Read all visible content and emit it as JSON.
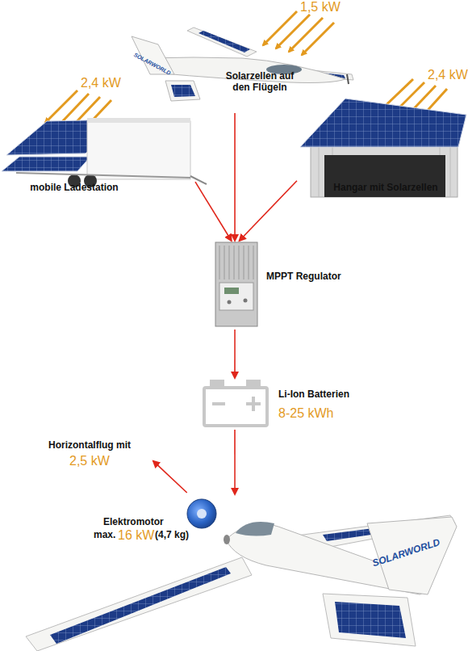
{
  "diagram": {
    "nodes": [
      {
        "text": [
          "1,5 kW",
          "SOLARWORLD",
          "Solarzellen auf den Flügeln"
        ]
      },
      {
        "text": [
          "2,4 kW",
          "mobile Ladestation"
        ]
      },
      {
        "text": [
          "2,4 kW",
          "Hangar mit Solarzellen"
        ]
      },
      {
        "text": [
          "MPPT Regulator"
        ]
      },
      {
        "text": [
          "Li-Ion Batterien",
          "8-25 kWh"
        ]
      },
      {
        "text": [
          "Horizontalflug mit",
          "2,5 kW"
        ]
      },
      {
        "text": [
          "Elektromotor",
          "max.",
          "16 kW",
          "(4,7 kg)"
        ]
      },
      {
        "text": [
          "SOLARWORLD"
        ]
      }
    ],
    "edges": [
      {
        "from": 0,
        "to": 3,
        "arrow": "to"
      },
      {
        "from": 1,
        "to": 3,
        "arrow": "to"
      },
      {
        "from": 2,
        "to": 3,
        "arrow": "to"
      },
      {
        "from": 3,
        "to": 4,
        "arrow": "to"
      },
      {
        "from": 4,
        "to": 7,
        "arrow": "to"
      },
      {
        "from": 6,
        "to": 5,
        "arrow": "to"
      }
    ]
  }
}
